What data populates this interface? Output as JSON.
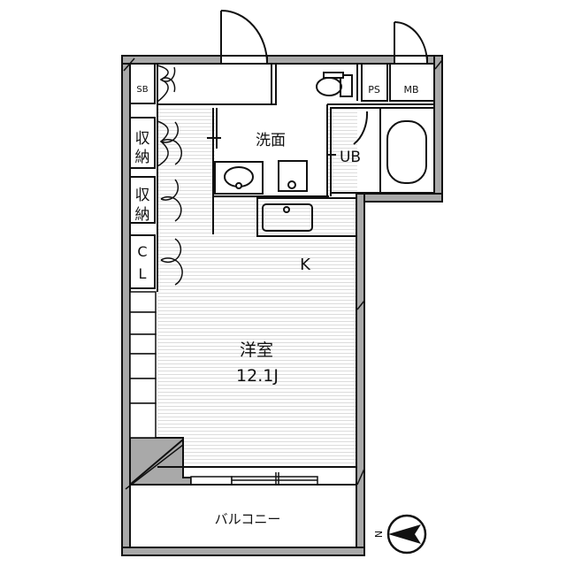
{
  "rooms": {
    "sb": "SB",
    "storage1": [
      "収",
      "納"
    ],
    "storage2": [
      "収",
      "納"
    ],
    "closet": [
      "C",
      "L"
    ],
    "washroom": "洗面",
    "unit_bath": "UB",
    "pipe_space": "PS",
    "meter_box": "MB",
    "kitchen": "K",
    "western_room": "洋室",
    "western_room_size": "12.1J",
    "balcony": "バルコニー"
  },
  "compass": {
    "label": "N",
    "direction": "west"
  },
  "colors": {
    "wall": "#a9a9a9",
    "line": "#111111",
    "floor_stripe": "#dcdcdc"
  }
}
